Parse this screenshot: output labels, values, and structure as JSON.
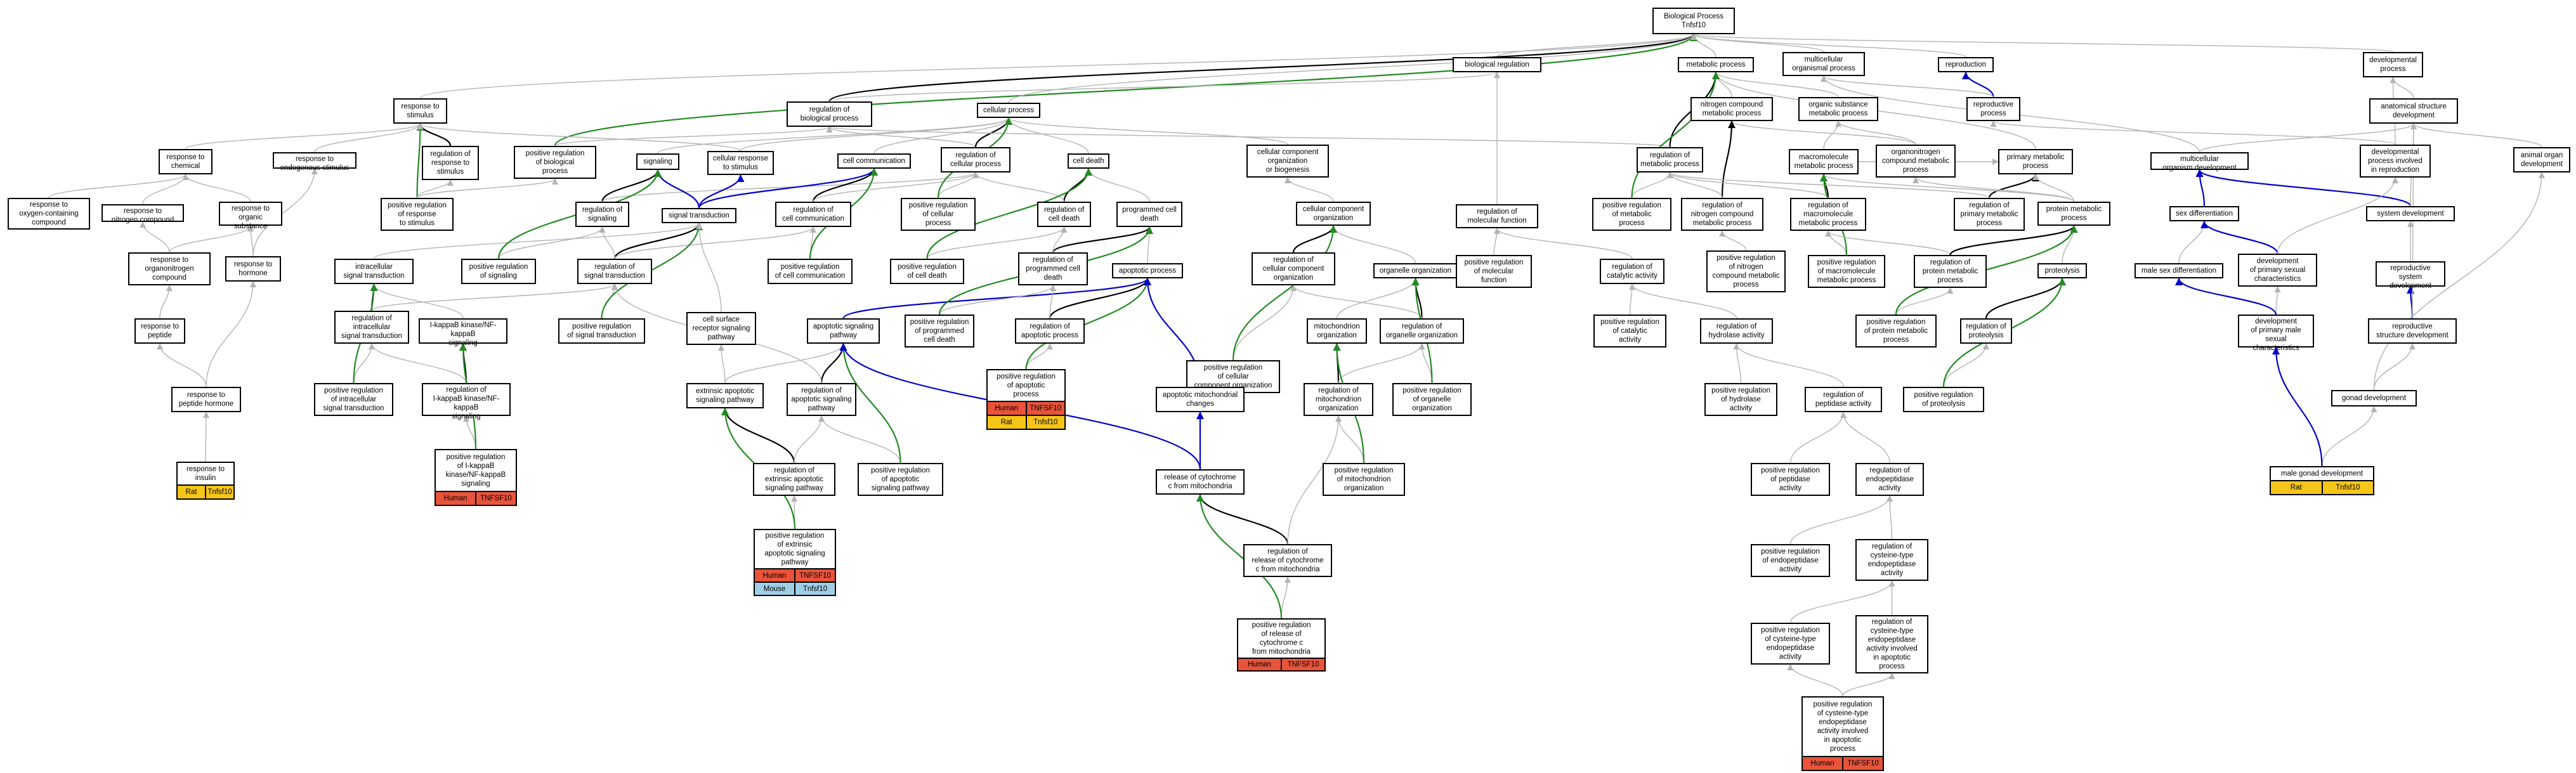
{
  "colors": {
    "Human": "#e8533a",
    "Rat": "#f5c518",
    "Mouse": "#9fcfe6",
    "is_a": "#b3b3b3",
    "regulates": "#000000",
    "positively_regulates": "#228b22",
    "part_of": "#0000cc"
  },
  "nodes": {
    "bp": {
      "label": "Biological Process\nTnfsf10"
    },
    "mop": {
      "label": "multicellular\norganismal process"
    },
    "rep": {
      "label": "reproduction"
    },
    "dev": {
      "label": "developmental\nprocess"
    },
    "br": {
      "label": "biological regulation"
    },
    "mp": {
      "label": "metabolic process"
    },
    "rtes": {
      "label": "response to\nstimulus"
    },
    "rbp": {
      "label": "regulation of\nbiological process"
    },
    "cp": {
      "label": "cellular process"
    },
    "ncmp": {
      "label": "nitrogen compound\nmetabolic process"
    },
    "osmp": {
      "label": "organic substance\nmetabolic process"
    },
    "repp": {
      "label": "reproductive\nprocess"
    },
    "asd": {
      "label": "anatomical structure\ndevelopment"
    },
    "rchem": {
      "label": "response to\nchemical"
    },
    "rendo": {
      "label": "response to\nendogenous stimulus"
    },
    "rrs": {
      "label": "regulation of\nresponse to\nstimulus"
    },
    "prbp": {
      "label": "positive regulation\nof biological\nprocess"
    },
    "sig": {
      "label": "signaling"
    },
    "crs": {
      "label": "cellular response\nto stimulus"
    },
    "cc": {
      "label": "cell communication"
    },
    "rcp": {
      "label": "regulation of\ncellular process"
    },
    "cd": {
      "label": "cell death"
    },
    "ccob": {
      "label": "cellular component\norganization\nor biogenesis"
    },
    "rmp": {
      "label": "regulation of\nmetabolic process"
    },
    "mmp": {
      "label": "macromolecule\nmetabolic process"
    },
    "ocmp": {
      "label": "organonitrogen\ncompound metabolic\nprocess"
    },
    "pmp": {
      "label": "primary metabolic\nprocess"
    },
    "mod": {
      "label": "multicellular\norganism development"
    },
    "dpir": {
      "label": "developmental\nprocess involved\nin reproduction"
    },
    "aod": {
      "label": "animal organ\ndevelopment"
    },
    "rocc": {
      "label": "response to\noxygen-containing\ncompound"
    },
    "rnc": {
      "label": "response to\nnitrogen compound"
    },
    "ros": {
      "label": "response to\norganic substance"
    },
    "prrs": {
      "label": "positive regulation\nof response\nto stimulus"
    },
    "rsig": {
      "label": "regulation of\nsignaling"
    },
    "st": {
      "label": "signal transduction"
    },
    "rcc": {
      "label": "regulation of\ncell communication"
    },
    "prcp": {
      "label": "positive regulation\nof cellular\nprocess"
    },
    "rcd": {
      "label": "regulation of\ncell death"
    },
    "pcd": {
      "label": "programmed cell\ndeath"
    },
    "cco": {
      "label": "cellular component\norganization"
    },
    "rmf": {
      "label": "regulation of\nmolecular function"
    },
    "prmp": {
      "label": "positive regulation\nof metabolic\nprocess"
    },
    "rncmp": {
      "label": "regulation of\nnitrogen compound\nmetabolic process"
    },
    "rmmp": {
      "label": "regulation of\nmacromolecule\nmetabolic process"
    },
    "rpmp": {
      "label": "regulation of\nprimary metabolic\nprocess"
    },
    "prtmp": {
      "label": "protein metabolic\nprocess"
    },
    "sexd": {
      "label": "sex differentiation"
    },
    "sysd": {
      "label": "system development"
    },
    "rocp": {
      "label": "response to\norganonitrogen\ncompound"
    },
    "rhor": {
      "label": "response to\nhormone"
    },
    "ist": {
      "label": "intracellular\nsignal transduction"
    },
    "prsig": {
      "label": "positive regulation\nof signaling"
    },
    "rst": {
      "label": "regulation of\nsignal transduction"
    },
    "prcc": {
      "label": "positive regulation\nof cell communication"
    },
    "prcd": {
      "label": "positive regulation\nof cell death"
    },
    "rpcd": {
      "label": "regulation of\nprogrammed cell\ndeath"
    },
    "ap": {
      "label": "apoptotic process"
    },
    "rcco": {
      "label": "regulation of\ncellular component\norganization"
    },
    "oo": {
      "label": "organelle organization"
    },
    "prmf": {
      "label": "positive regulation\nof molecular\nfunction"
    },
    "rca": {
      "label": "regulation of\ncatalytic activity"
    },
    "prncmp": {
      "label": "positive regulation\nof nitrogen\ncompound metabolic\nprocess"
    },
    "prmmp": {
      "label": "positive regulation\nof macromolecule\nmetabolic process"
    },
    "rprmp": {
      "label": "regulation of\nprotein metabolic\nprocess"
    },
    "prot": {
      "label": "proteolysis"
    },
    "msd": {
      "label": "male sex differentiation"
    },
    "dpsc": {
      "label": "development\nof primary sexual\ncharacteristics"
    },
    "rsd": {
      "label": "reproductive\nsystem development"
    },
    "rpep": {
      "label": "response to\npeptide"
    },
    "rist": {
      "label": "regulation of\nintracellular\nsignal transduction"
    },
    "ikb": {
      "label": "I-kappaB kinase/NF-kappaB\nsignaling"
    },
    "prst": {
      "label": "positive regulation\nof signal transduction"
    },
    "csrsp": {
      "label": "cell surface\nreceptor signaling\npathway"
    },
    "asp": {
      "label": "apoptotic signaling\npathway"
    },
    "rap": {
      "label": "regulation of\napoptotic process"
    },
    "prpcd": {
      "label": "positive regulation\nof programmed\ncell death"
    },
    "prcco": {
      "label": "positive regulation\nof cellular\ncomponent organization"
    },
    "mito": {
      "label": "mitochondrion\norganization"
    },
    "roo": {
      "label": "regulation of\norganelle organization"
    },
    "prca": {
      "label": "positive regulation\nof catalytic\nactivity"
    },
    "rha": {
      "label": "regulation of\nhydrolase activity"
    },
    "prpmp": {
      "label": "positive regulation\nof protein metabolic\nprocess"
    },
    "rprot": {
      "label": "regulation of\nproteolysis"
    },
    "dpmsc": {
      "label": "development\nof primary male\nsexual characteristics"
    },
    "rsdev": {
      "label": "reproductive\nstructure development"
    },
    "rph": {
      "label": "response to\npeptide hormone"
    },
    "prist": {
      "label": "positive regulation\nof intracellular\nsignal transduction"
    },
    "rikb": {
      "label": "regulation of\nI-kappaB kinase/NF-kappaB\nsignaling"
    },
    "easp": {
      "label": "extrinsic apoptotic\nsignaling pathway"
    },
    "rasp": {
      "label": "regulation of\napoptotic signaling\npathway"
    },
    "prap": {
      "label": "positive regulation\nof apoptotic\nprocess",
      "ann": [
        [
          "Human",
          "TNFSF10"
        ],
        [
          "Rat",
          "Tnfsf10"
        ]
      ]
    },
    "amc": {
      "label": "apoptotic mitochondrial\nchanges"
    },
    "rmo": {
      "label": "regulation of\nmitochondrion\norganization"
    },
    "proo": {
      "label": "positive regulation\nof organelle\norganization"
    },
    "prha": {
      "label": "positive regulation\nof hydrolase\nactivity"
    },
    "rpa": {
      "label": "regulation of\npeptidase activity"
    },
    "prprot": {
      "label": "positive regulation\nof proteolysis"
    },
    "gd": {
      "label": "gonad development"
    },
    "ri": {
      "label": "response to\ninsulin",
      "ann": [
        [
          "Rat",
          "Tnfsf10"
        ]
      ]
    },
    "prikb": {
      "label": "positive regulation\nof I-kappaB\nkinase/NF-kappaB\nsignaling",
      "ann": [
        [
          "Human",
          "TNFSF10"
        ]
      ]
    },
    "reasp": {
      "label": "regulation of\nextrinsic apoptotic\nsignaling pathway"
    },
    "prasp": {
      "label": "positive regulation\nof apoptotic\nsignaling pathway"
    },
    "rcmito": {
      "label": "release of cytochrome\nc from mitochondria"
    },
    "prmo": {
      "label": "positive regulation\nof mitochondrion\norganization"
    },
    "prpa": {
      "label": "positive regulation\nof peptidase\nactivity"
    },
    "rea": {
      "label": "regulation of\nendopeptidase\nactivity"
    },
    "mgd": {
      "label": "male gonad development",
      "ann": [
        [
          "Rat",
          "Tnfsf10"
        ]
      ]
    },
    "preasp": {
      "label": "positive regulation\nof extrinsic\napoptotic signaling\npathway",
      "ann": [
        [
          "Human",
          "TNFSF10"
        ],
        [
          "Mouse",
          "Tnfsf10"
        ]
      ]
    },
    "rrcm": {
      "label": "regulation of\nrelease of cytochrome\nc from mitochondria"
    },
    "prea": {
      "label": "positive regulation\nof endopeptidase\nactivity"
    },
    "rcea": {
      "label": "regulation of\ncysteine-type\nendopeptidase\nactivity"
    },
    "prrcm": {
      "label": "positive regulation\nof release of\ncytochrome c\nfrom mitochondria",
      "ann": [
        [
          "Human",
          "TNFSF10"
        ]
      ]
    },
    "prcea": {
      "label": "positive regulation\nof cysteine-type\nendopeptidase\nactivity"
    },
    "rceaap": {
      "label": "regulation of\ncysteine-type\nendopeptidase\nactivity involved\nin apoptotic\nprocess"
    },
    "prceaap": {
      "label": "positive regulation\nof cysteine-type\nendopeptidase\nactivity involved\nin apoptotic\nprocess",
      "ann": [
        [
          "Human",
          "TNFSF10"
        ]
      ]
    }
  },
  "edges": [
    [
      "mop",
      "bp",
      "is_a"
    ],
    [
      "rep",
      "bp",
      "is_a"
    ],
    [
      "dev",
      "bp",
      "is_a"
    ],
    [
      "br",
      "bp",
      "is_a"
    ],
    [
      "mp",
      "bp",
      "is_a"
    ],
    [
      "rtes",
      "bp",
      "is_a"
    ],
    [
      "rbp",
      "bp",
      "regulates"
    ],
    [
      "prbp",
      "bp",
      "positively_regulates"
    ],
    [
      "cp",
      "bp",
      "is_a"
    ],
    [
      "ncmp",
      "mp",
      "is_a"
    ],
    [
      "osmp",
      "mp",
      "is_a"
    ],
    [
      "repp",
      "rep",
      "part_of"
    ],
    [
      "repp",
      "mop",
      "is_a"
    ],
    [
      "asd",
      "dev",
      "is_a"
    ],
    [
      "rchem",
      "rtes",
      "is_a"
    ],
    [
      "rendo",
      "rtes",
      "is_a"
    ],
    [
      "rrs",
      "rtes",
      "regulates"
    ],
    [
      "prrs",
      "rtes",
      "positively_regulates"
    ],
    [
      "rbp",
      "br",
      "is_a"
    ],
    [
      "prbp",
      "rbp",
      "is_a"
    ],
    [
      "sig",
      "cp",
      "is_a"
    ],
    [
      "crs",
      "rtes",
      "is_a"
    ],
    [
      "crs",
      "cp",
      "is_a"
    ],
    [
      "cc",
      "cp",
      "is_a"
    ],
    [
      "rcp",
      "rbp",
      "is_a"
    ],
    [
      "rcp",
      "cp",
      "regulates"
    ],
    [
      "cd",
      "cp",
      "is_a"
    ],
    [
      "ccob",
      "cp",
      "is_a"
    ],
    [
      "rmp",
      "mp",
      "regulates"
    ],
    [
      "rmp",
      "rbp",
      "is_a"
    ],
    [
      "mmp",
      "osmp",
      "is_a"
    ],
    [
      "mmp",
      "pmp",
      "is_a"
    ],
    [
      "ocmp",
      "ncmp",
      "is_a"
    ],
    [
      "ocmp",
      "osmp",
      "is_a"
    ],
    [
      "pmp",
      "mp",
      "is_a"
    ],
    [
      "mod",
      "mop",
      "is_a"
    ],
    [
      "mod",
      "asd",
      "is_a"
    ],
    [
      "dpir",
      "repp",
      "is_a"
    ],
    [
      "dpir",
      "dev",
      "is_a"
    ],
    [
      "aod",
      "asd",
      "is_a"
    ],
    [
      "rocc",
      "rchem",
      "is_a"
    ],
    [
      "rnc",
      "rchem",
      "is_a"
    ],
    [
      "ros",
      "rchem",
      "is_a"
    ],
    [
      "prrs",
      "rrs",
      "is_a"
    ],
    [
      "prrs",
      "prbp",
      "is_a"
    ],
    [
      "rsig",
      "sig",
      "regulates"
    ],
    [
      "rsig",
      "rcp",
      "is_a"
    ],
    [
      "st",
      "sig",
      "part_of"
    ],
    [
      "st",
      "crs",
      "part_of"
    ],
    [
      "st",
      "cc",
      "part_of"
    ],
    [
      "rcc",
      "cc",
      "regulates"
    ],
    [
      "rcc",
      "rcp",
      "is_a"
    ],
    [
      "prcp",
      "rcp",
      "is_a"
    ],
    [
      "prcp",
      "cp",
      "positively_regulates"
    ],
    [
      "rcd",
      "cd",
      "regulates"
    ],
    [
      "rcd",
      "rcp",
      "is_a"
    ],
    [
      "pcd",
      "cd",
      "is_a"
    ],
    [
      "cco",
      "ccob",
      "is_a"
    ],
    [
      "rmf",
      "br",
      "is_a"
    ],
    [
      "prmp",
      "rmp",
      "is_a"
    ],
    [
      "prmp",
      "mp",
      "positively_regulates"
    ],
    [
      "rncmp",
      "ncmp",
      "regulates"
    ],
    [
      "rncmp",
      "rmp",
      "is_a"
    ],
    [
      "rmmp",
      "mmp",
      "regulates"
    ],
    [
      "rmmp",
      "rmp",
      "is_a"
    ],
    [
      "rpmp",
      "pmp",
      "regulates"
    ],
    [
      "rpmp",
      "rmp",
      "is_a"
    ],
    [
      "prtmp",
      "mmp",
      "is_a"
    ],
    [
      "prtmp",
      "ocmp",
      "is_a"
    ],
    [
      "prtmp",
      "pmp",
      "is_a"
    ],
    [
      "sexd",
      "mod",
      "part_of"
    ],
    [
      "sysd",
      "mod",
      "part_of"
    ],
    [
      "sysd",
      "asd",
      "is_a"
    ],
    [
      "rocp",
      "rnc",
      "is_a"
    ],
    [
      "rocp",
      "ros",
      "is_a"
    ],
    [
      "rhor",
      "rendo",
      "is_a"
    ],
    [
      "rhor",
      "ros",
      "is_a"
    ],
    [
      "ist",
      "st",
      "is_a"
    ],
    [
      "prsig",
      "rsig",
      "is_a"
    ],
    [
      "prsig",
      "sig",
      "positively_regulates"
    ],
    [
      "rst",
      "st",
      "regulates"
    ],
    [
      "rst",
      "rsig",
      "is_a"
    ],
    [
      "rst",
      "rcc",
      "is_a"
    ],
    [
      "prcc",
      "rcc",
      "is_a"
    ],
    [
      "prcc",
      "cc",
      "positively_regulates"
    ],
    [
      "prcd",
      "rcd",
      "is_a"
    ],
    [
      "prcd",
      "cd",
      "positively_regulates"
    ],
    [
      "rpcd",
      "pcd",
      "regulates"
    ],
    [
      "rpcd",
      "rcd",
      "is_a"
    ],
    [
      "ap",
      "pcd",
      "is_a"
    ],
    [
      "rcco",
      "cco",
      "regulates"
    ],
    [
      "oo",
      "cco",
      "is_a"
    ],
    [
      "prmf",
      "rmf",
      "is_a"
    ],
    [
      "rca",
      "rmf",
      "is_a"
    ],
    [
      "prncmp",
      "rncmp",
      "is_a"
    ],
    [
      "prmmp",
      "rmmp",
      "is_a"
    ],
    [
      "prmmp",
      "mmp",
      "positively_regulates"
    ],
    [
      "rprmp",
      "rmmp",
      "is_a"
    ],
    [
      "rprmp",
      "prtmp",
      "regulates"
    ],
    [
      "prot",
      "prtmp",
      "is_a"
    ],
    [
      "msd",
      "sexd",
      "is_a"
    ],
    [
      "dpsc",
      "sexd",
      "part_of"
    ],
    [
      "dpsc",
      "dpir",
      "is_a"
    ],
    [
      "rsd",
      "sysd",
      "is_a"
    ],
    [
      "rpep",
      "rocp",
      "is_a"
    ],
    [
      "rist",
      "ist",
      "regulates"
    ],
    [
      "rist",
      "rst",
      "is_a"
    ],
    [
      "ikb",
      "ist",
      "is_a"
    ],
    [
      "prst",
      "rst",
      "is_a"
    ],
    [
      "prst",
      "st",
      "positively_regulates"
    ],
    [
      "csrsp",
      "st",
      "is_a"
    ],
    [
      "asp",
      "ap",
      "part_of"
    ],
    [
      "rap",
      "ap",
      "regulates"
    ],
    [
      "rap",
      "rpcd",
      "is_a"
    ],
    [
      "prpcd",
      "rpcd",
      "is_a"
    ],
    [
      "prpcd",
      "pcd",
      "positively_regulates"
    ],
    [
      "prcco",
      "rcco",
      "is_a"
    ],
    [
      "prcco",
      "cco",
      "positively_regulates"
    ],
    [
      "mito",
      "oo",
      "is_a"
    ],
    [
      "roo",
      "oo",
      "regulates"
    ],
    [
      "roo",
      "rcco",
      "is_a"
    ],
    [
      "prca",
      "rca",
      "is_a"
    ],
    [
      "rha",
      "rca",
      "is_a"
    ],
    [
      "prpmp",
      "rprmp",
      "is_a"
    ],
    [
      "prpmp",
      "prtmp",
      "positively_regulates"
    ],
    [
      "rprot",
      "prot",
      "regulates"
    ],
    [
      "dpmsc",
      "dpsc",
      "is_a"
    ],
    [
      "dpmsc",
      "msd",
      "part_of"
    ],
    [
      "rsdev",
      "rsd",
      "part_of"
    ],
    [
      "rsdev",
      "asd",
      "is_a"
    ],
    [
      "rph",
      "rpep",
      "is_a"
    ],
    [
      "rph",
      "rhor",
      "is_a"
    ],
    [
      "prist",
      "rist",
      "is_a"
    ],
    [
      "prist",
      "ist",
      "positively_regulates"
    ],
    [
      "rikb",
      "ikb",
      "regulates"
    ],
    [
      "rikb",
      "rist",
      "is_a"
    ],
    [
      "easp",
      "asp",
      "is_a"
    ],
    [
      "easp",
      "csrsp",
      "is_a"
    ],
    [
      "rasp",
      "asp",
      "regulates"
    ],
    [
      "rasp",
      "rst",
      "is_a"
    ],
    [
      "prap",
      "rap",
      "is_a"
    ],
    [
      "prap",
      "ap",
      "positively_regulates"
    ],
    [
      "amc",
      "ap",
      "part_of"
    ],
    [
      "rmo",
      "mito",
      "regulates"
    ],
    [
      "rmo",
      "roo",
      "is_a"
    ],
    [
      "proo",
      "roo",
      "is_a"
    ],
    [
      "proo",
      "oo",
      "positively_regulates"
    ],
    [
      "prha",
      "rha",
      "is_a"
    ],
    [
      "rpa",
      "rha",
      "is_a"
    ],
    [
      "prprot",
      "rprot",
      "is_a"
    ],
    [
      "prprot",
      "prot",
      "positively_regulates"
    ],
    [
      "gd",
      "rsdev",
      "is_a"
    ],
    [
      "gd",
      "aod",
      "is_a"
    ],
    [
      "ri",
      "rph",
      "is_a"
    ],
    [
      "prikb",
      "rikb",
      "is_a"
    ],
    [
      "prikb",
      "ikb",
      "positively_regulates"
    ],
    [
      "reasp",
      "easp",
      "regulates"
    ],
    [
      "reasp",
      "rasp",
      "is_a"
    ],
    [
      "prasp",
      "rasp",
      "is_a"
    ],
    [
      "prasp",
      "asp",
      "positively_regulates"
    ],
    [
      "rcmito",
      "amc",
      "part_of"
    ],
    [
      "rcmito",
      "asp",
      "part_of"
    ],
    [
      "prmo",
      "rmo",
      "is_a"
    ],
    [
      "prmo",
      "mito",
      "positively_regulates"
    ],
    [
      "prpa",
      "rpa",
      "is_a"
    ],
    [
      "rea",
      "rpa",
      "is_a"
    ],
    [
      "mgd",
      "gd",
      "is_a"
    ],
    [
      "mgd",
      "dpmsc",
      "part_of"
    ],
    [
      "preasp",
      "reasp",
      "is_a"
    ],
    [
      "preasp",
      "easp",
      "positively_regulates"
    ],
    [
      "rrcm",
      "rcmito",
      "regulates"
    ],
    [
      "rrcm",
      "rmo",
      "is_a"
    ],
    [
      "prea",
      "rea",
      "is_a"
    ],
    [
      "rcea",
      "rea",
      "is_a"
    ],
    [
      "prrcm",
      "rrcm",
      "is_a"
    ],
    [
      "prrcm",
      "rcmito",
      "positively_regulates"
    ],
    [
      "prcea",
      "rcea",
      "is_a"
    ],
    [
      "rceaap",
      "rcea",
      "is_a"
    ],
    [
      "prceaap",
      "rceaap",
      "is_a"
    ],
    [
      "prceaap",
      "prcea",
      "is_a"
    ]
  ]
}
